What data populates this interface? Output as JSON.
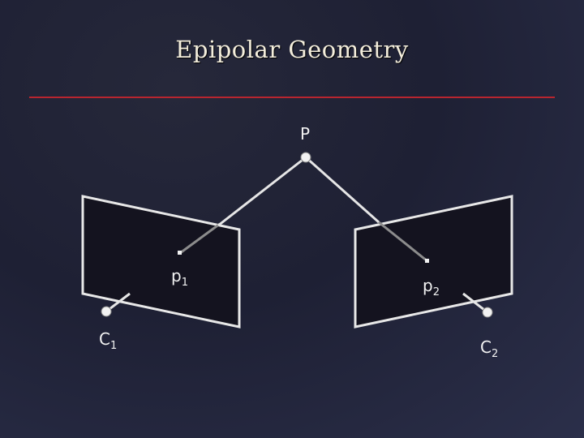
{
  "title": "Epipolar Geometry",
  "colors": {
    "title_rule": "#b8252f",
    "image_plane_fill": "#14131f",
    "ray": "#e6e6e6",
    "ray_in_plane": "#8c8c8c"
  },
  "labels": {
    "world_point": "P",
    "image_point_1": {
      "base": "p",
      "sub": "1"
    },
    "image_point_2": {
      "base": "p",
      "sub": "2"
    },
    "camera_center_1": {
      "base": "C",
      "sub": "1"
    },
    "camera_center_2": {
      "base": "C",
      "sub": "2"
    }
  }
}
